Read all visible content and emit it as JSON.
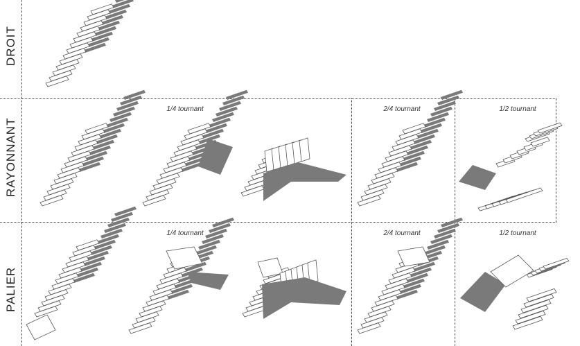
{
  "rows": [
    {
      "label": "DROIT"
    },
    {
      "label": "RAYONNANT"
    },
    {
      "label": "PALIER"
    }
  ],
  "captions": {
    "quarter": "1/4 tournant",
    "two_quarter": "2/4 tournant",
    "half": "1/2 tournant"
  },
  "colors": {
    "tread": "#ffffff",
    "outline": "#555555",
    "shadow": "#7a7a7a",
    "grid": "#333333"
  }
}
